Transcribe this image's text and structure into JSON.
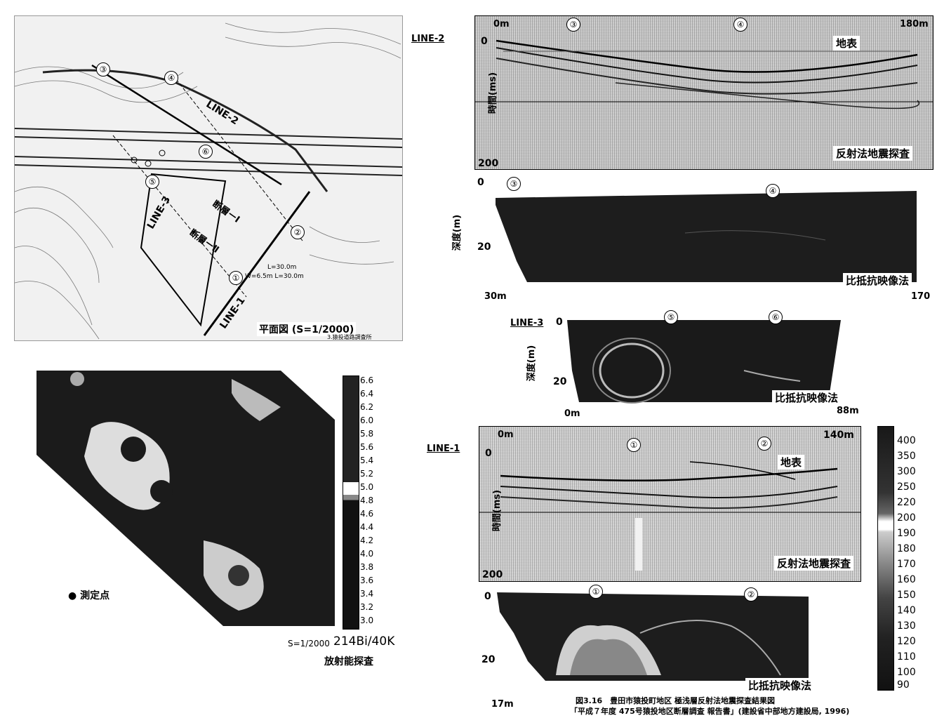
{
  "map": {
    "title": "平面図 (S=1/2000)",
    "lines": [
      "LINE-1",
      "LINE-2",
      "LINE-3"
    ],
    "faults": [
      "断層ーⅠ",
      "断層ーⅡ"
    ],
    "points": [
      "①",
      "②",
      "③",
      "④",
      "⑤",
      "⑥"
    ],
    "notes": [
      "L=30.0m",
      "W=6.5m L=30.0m"
    ],
    "footer": "3.猿投道路調査所"
  },
  "radio": {
    "legend_point": "● 測定点",
    "scale": "S=1/2000",
    "ratio": "214Bi/40K",
    "title": "放射能探査",
    "colorbar_ticks": [
      "6.6",
      "6.4",
      "6.2",
      "6.0",
      "5.8",
      "5.6",
      "5.4",
      "5.2",
      "5.0",
      "4.8",
      "4.6",
      "4.4",
      "4.2",
      "4.0",
      "3.8",
      "3.6",
      "3.4",
      "3.2",
      "3.0"
    ]
  },
  "line2": {
    "label": "LINE-2",
    "x_start": "0m",
    "x_end": "180m",
    "surface": "地表",
    "y_top": "0",
    "y_bottom": "200",
    "y_label": "時間(ms)",
    "method": "反射法地震探査",
    "points": [
      "③",
      "④"
    ],
    "res_y_top": "0",
    "res_y_20": "20",
    "res_y_label": "深度(m)",
    "res_x_start": "30m",
    "res_x_end": "170",
    "res_method": "比抵抗映像法"
  },
  "line3": {
    "label": "LINE-3",
    "y_top": "0",
    "y_20": "20",
    "y_label": "深度(m)",
    "x_start": "0m",
    "x_end": "88m",
    "points": [
      "⑤",
      "⑥"
    ],
    "method": "比抵抗映像法"
  },
  "line1": {
    "label": "LINE-1",
    "x_start": "0m",
    "x_end": "140m",
    "surface": "地表",
    "y_top": "0",
    "y_bottom": "200",
    "y_label": "時間(ms)",
    "method": "反射法地震探査",
    "points": [
      "①",
      "②"
    ],
    "res_y_top": "0",
    "res_y_20": "20",
    "res_x_start": "17m",
    "res_method": "比抵抗映像法",
    "colorbar_ticks": [
      "400",
      "350",
      "300",
      "250",
      "220",
      "200",
      "190",
      "180",
      "170",
      "160",
      "150",
      "140",
      "130",
      "120",
      "110",
      "100",
      "90"
    ]
  },
  "caption": {
    "line1": "図3.16　豊田市猿投町地区 極浅層反射法地震探査結果図",
    "line2": "「平成７年度 475号猿投地区断層調査 報告書」(建設省中部地方建設局, 1996)"
  }
}
